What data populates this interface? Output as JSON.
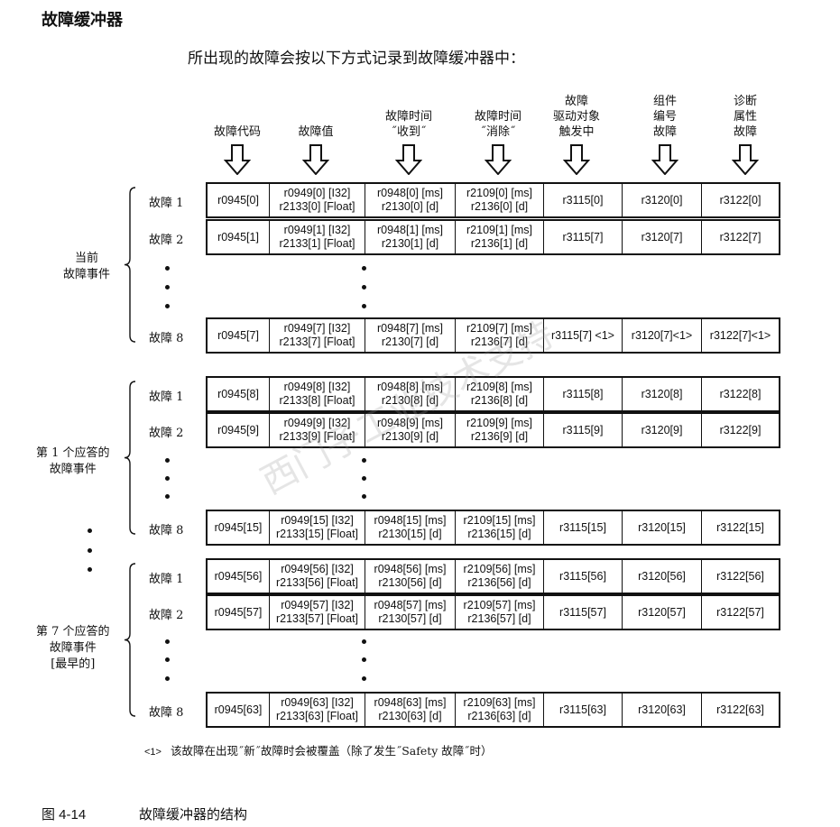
{
  "page_title": "故障缓冲器",
  "intro_text": "所出现的故障会按以下方式记录到故障缓冲器中：",
  "column_headers": [
    [
      "故障代码"
    ],
    [
      "故障值"
    ],
    [
      "故障时间",
      "˝收到˝"
    ],
    [
      "故障时间",
      "˝消除˝"
    ],
    [
      "故障",
      "驱动对象",
      "触发中"
    ],
    [
      "组件",
      "编号",
      "故障"
    ],
    [
      "诊断",
      "属性",
      "故障"
    ]
  ],
  "groups": [
    {
      "label": [
        "当前",
        "故障事件"
      ],
      "rows": [
        {
          "label": "故障 1",
          "cells": [
            [
              "r0945[0]"
            ],
            [
              "r0949[0] [I32]",
              "r2133[0] [Float]"
            ],
            [
              "r0948[0] [ms]",
              "r2130[0] [d]"
            ],
            [
              "r2109[0] [ms]",
              "r2136[0] [d]"
            ],
            [
              "r3115[0]"
            ],
            [
              "r3120[0]"
            ],
            [
              "r3122[0]"
            ]
          ]
        },
        {
          "label": "故障 2",
          "cells": [
            [
              "r0945[1]"
            ],
            [
              "r0949[1] [I32]",
              "r2133[1] [Float]"
            ],
            [
              "r0948[1] [ms]",
              "r2130[1] [d]"
            ],
            [
              "r2109[1] [ms]",
              "r2136[1] [d]"
            ],
            [
              "r3115[7]"
            ],
            [
              "r3120[7]"
            ],
            [
              "r3122[7]"
            ]
          ]
        },
        {
          "label": "故障 8",
          "cells": [
            [
              "r0945[7]"
            ],
            [
              "r0949[7] [I32]",
              "r2133[7] [Float]"
            ],
            [
              "r0948[7] [ms]",
              "r2130[7] [d]"
            ],
            [
              "r2109[7] [ms]",
              "r2136[7] [d]"
            ],
            [
              "r3115[7] <1>"
            ],
            [
              "r3120[7]<1>"
            ],
            [
              "r3122[7]<1>"
            ]
          ]
        }
      ]
    },
    {
      "label": [
        "第 1 个应答的",
        "故障事件"
      ],
      "rows": [
        {
          "label": "故障 1",
          "cells": [
            [
              "r0945[8]"
            ],
            [
              "r0949[8] [I32]",
              "r2133[8] [Float]"
            ],
            [
              "r0948[8] [ms]",
              "r2130[8] [d]"
            ],
            [
              "r2109[8] [ms]",
              "r2136[8] [d]"
            ],
            [
              "r3115[8]"
            ],
            [
              "r3120[8]"
            ],
            [
              "r3122[8]"
            ]
          ]
        },
        {
          "label": "故障 2",
          "cells": [
            [
              "r0945[9]"
            ],
            [
              "r0949[9] [I32]",
              "r2133[9] [Float]"
            ],
            [
              "r0948[9] [ms]",
              "r2130[9] [d]"
            ],
            [
              "r2109[9] [ms]",
              "r2136[9] [d]"
            ],
            [
              "r3115[9]"
            ],
            [
              "r3120[9]"
            ],
            [
              "r3122[9]"
            ]
          ]
        },
        {
          "label": "故障 8",
          "cells": [
            [
              "r0945[15]"
            ],
            [
              "r0949[15] [I32]",
              "r2133[15] [Float]"
            ],
            [
              "r0948[15] [ms]",
              "r2130[15] [d]"
            ],
            [
              "r2109[15] [ms]",
              "r2136[15] [d]"
            ],
            [
              "r3115[15]"
            ],
            [
              "r3120[15]"
            ],
            [
              "r3122[15]"
            ]
          ]
        }
      ]
    },
    {
      "label": [
        "第 7 个应答的",
        "故障事件",
        "[最早的]"
      ],
      "rows": [
        {
          "label": "故障 1",
          "cells": [
            [
              "r0945[56]"
            ],
            [
              "r0949[56] [I32]",
              "r2133[56] [Float]"
            ],
            [
              "r0948[56] [ms]",
              "r2130[56] [d]"
            ],
            [
              "r2109[56] [ms]",
              "r2136[56] [d]"
            ],
            [
              "r3115[56]"
            ],
            [
              "r3120[56]"
            ],
            [
              "r3122[56]"
            ]
          ]
        },
        {
          "label": "故障 2",
          "cells": [
            [
              "r0945[57]"
            ],
            [
              "r0949[57] [I32]",
              "r2133[57] [Float]"
            ],
            [
              "r0948[57] [ms]",
              "r2130[57] [d]"
            ],
            [
              "r2109[57] [ms]",
              "r2136[57] [d]"
            ],
            [
              "r3115[57]"
            ],
            [
              "r3120[57]"
            ],
            [
              "r3122[57]"
            ]
          ]
        },
        {
          "label": "故障 8",
          "cells": [
            [
              "r0945[63]"
            ],
            [
              "r0949[63] [I32]",
              "r2133[63] [Float]"
            ],
            [
              "r0948[63] [ms]",
              "r2130[63] [d]"
            ],
            [
              "r2109[63] [ms]",
              "r2136[63] [d]"
            ],
            [
              "r3115[63]"
            ],
            [
              "r3120[63]"
            ],
            [
              "r3122[63]"
            ]
          ]
        }
      ]
    }
  ],
  "footnote_marker": "<1>",
  "footnote_text": "该故障在出现˝新˝故障时会被覆盖（除了发生˝Safety 故障˝时）",
  "figure_number": "图 4-14",
  "figure_caption": "故障缓冲器的结构"
}
